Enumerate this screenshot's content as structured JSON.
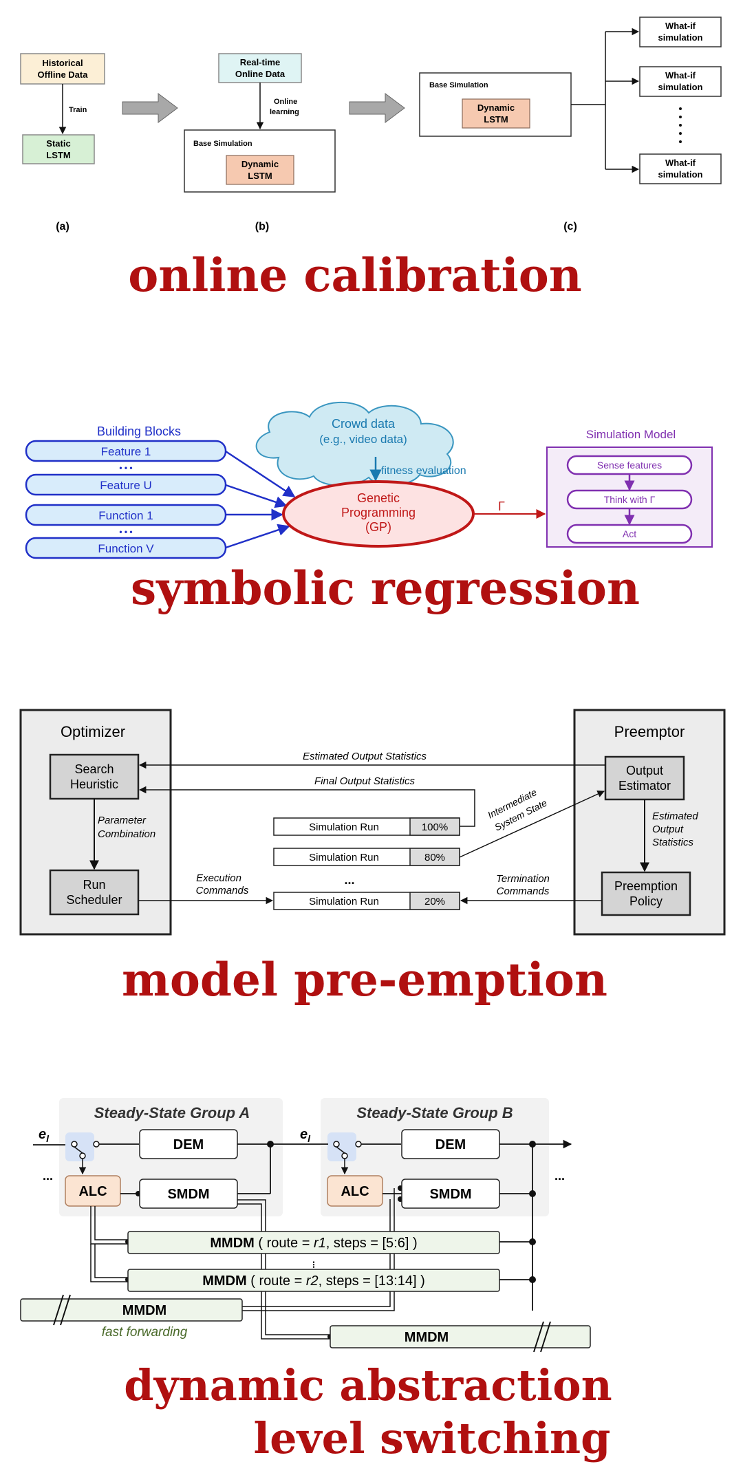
{
  "section1": {
    "historical": [
      "Historical",
      "Offline Data"
    ],
    "train": "Train",
    "static_lstm": [
      "Static",
      "LSTM"
    ],
    "realtime": [
      "Real-time",
      "Online Data"
    ],
    "online_learning": [
      "Online",
      "learning"
    ],
    "base_sim_b": "Base Simulation",
    "dynamic_lstm_b": [
      "Dynamic",
      "LSTM"
    ],
    "base_sim_c": "Base Simulation",
    "dynamic_lstm_c": [
      "Dynamic",
      "LSTM"
    ],
    "whatif": [
      "What-if",
      "simulation"
    ],
    "label_a": "(a)",
    "label_b": "(b)",
    "label_c": "(c)",
    "caption": "online calibration"
  },
  "section2": {
    "building_blocks": "Building Blocks",
    "items": [
      "Feature 1",
      "Feature U",
      "Function 1",
      "Function V"
    ],
    "dots": "• • •",
    "cloud": [
      "Crowd data",
      "(e.g., video data)"
    ],
    "fitness": "fitness evaluation",
    "gp": [
      "Genetic",
      "Programming",
      "(GP)"
    ],
    "gamma": "Γ",
    "sim_model_title": "Simulation Model",
    "sim_steps": [
      "Sense features",
      "Think with Γ",
      "Act"
    ],
    "caption": "symbolic regression"
  },
  "section3": {
    "optimizer": "Optimizer",
    "search": [
      "Search",
      "Heuristic"
    ],
    "param": [
      "Parameter",
      "Combination"
    ],
    "run_sched": [
      "Run",
      "Scheduler"
    ],
    "preemptor": "Preemptor",
    "output_est": [
      "Output",
      "Estimator"
    ],
    "est_stats_right": [
      "Estimated",
      "Output",
      "Statistics"
    ],
    "preempt_policy": [
      "Preemption",
      "Policy"
    ],
    "est_output_stats": "Estimated Output Statistics",
    "final_output_stats": "Final Output Statistics",
    "intermediate": [
      "Intermediate",
      "System State"
    ],
    "exec_cmds": [
      "Execution",
      "Commands"
    ],
    "term_cmds": [
      "Termination",
      "Commands"
    ],
    "sim_run": "Simulation Run",
    "percents": [
      "100%",
      "80%",
      "20%"
    ],
    "dots": "...",
    "caption": "model pre-emption"
  },
  "section4": {
    "group_a": "Steady-State Group A",
    "group_b": "Steady-State Group B",
    "el": "e",
    "el_sub": "l",
    "dem": "DEM",
    "alc": "ALC",
    "smdm": "SMDM",
    "ellipsis": "...",
    "mmdm1_name": "MMDM",
    "mmdm1_rest": "( route = ",
    "mmdm1_route": "r1",
    "mmdm1_tail": ", steps = [5:6] )",
    "mmdm2_name": "MMDM",
    "mmdm2_rest": "( route = ",
    "mmdm2_route": "r2",
    "mmdm2_tail": ", steps = [13:14] )",
    "vdots": "⁝",
    "mmdm_ff": "MMDM",
    "fast_forwarding": "fast forwarding",
    "mmdm_right": "MMDM",
    "caption1": "dynamic abstraction",
    "caption2": "level switching"
  },
  "colors": {
    "caption_red": "#b01010",
    "cream": "#fcefd6",
    "mint": "#d7f0d5",
    "pale_cyan": "#dff4f4",
    "salmon": "#f6c9b0",
    "blue": "#2030c8",
    "pill_fill": "#d8ecfb",
    "gp_red": "#c01818",
    "purple": "#8030b0",
    "gray_box": "#d4d4d4"
  }
}
